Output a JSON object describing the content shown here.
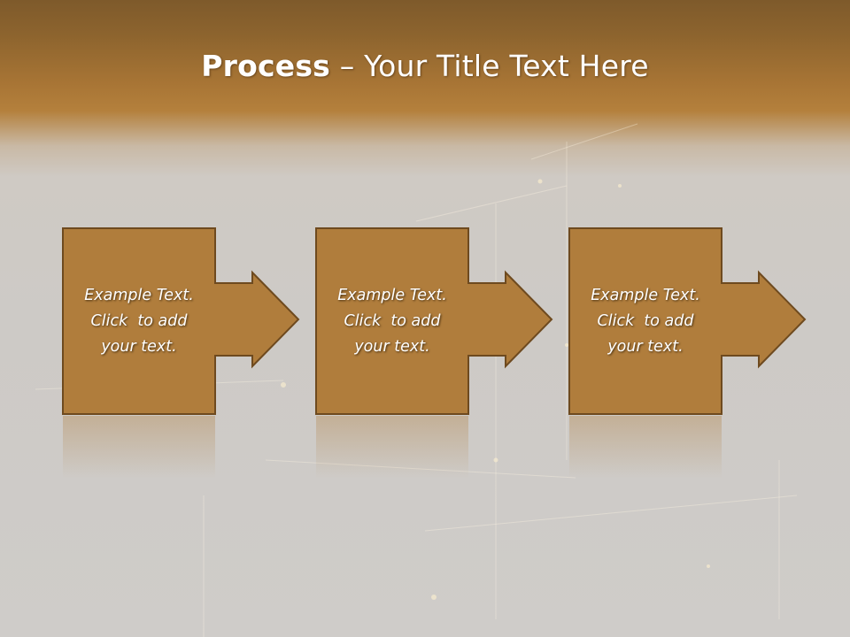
{
  "slide": {
    "title_bold": "Process",
    "title_rest": " – Your Title Text Here"
  },
  "steps": [
    {
      "lines": [
        "Example Text.",
        "Click  to add",
        "your text."
      ]
    },
    {
      "lines": [
        "Example Text.",
        "Click  to add",
        "your text."
      ]
    },
    {
      "lines": [
        "Example Text.",
        "Click  to add",
        "your text."
      ]
    }
  ],
  "colors": {
    "box_fill": "#b07d3c",
    "box_stroke": "#6e4a1f",
    "header": "#a87535",
    "background": "#cdcac6"
  }
}
